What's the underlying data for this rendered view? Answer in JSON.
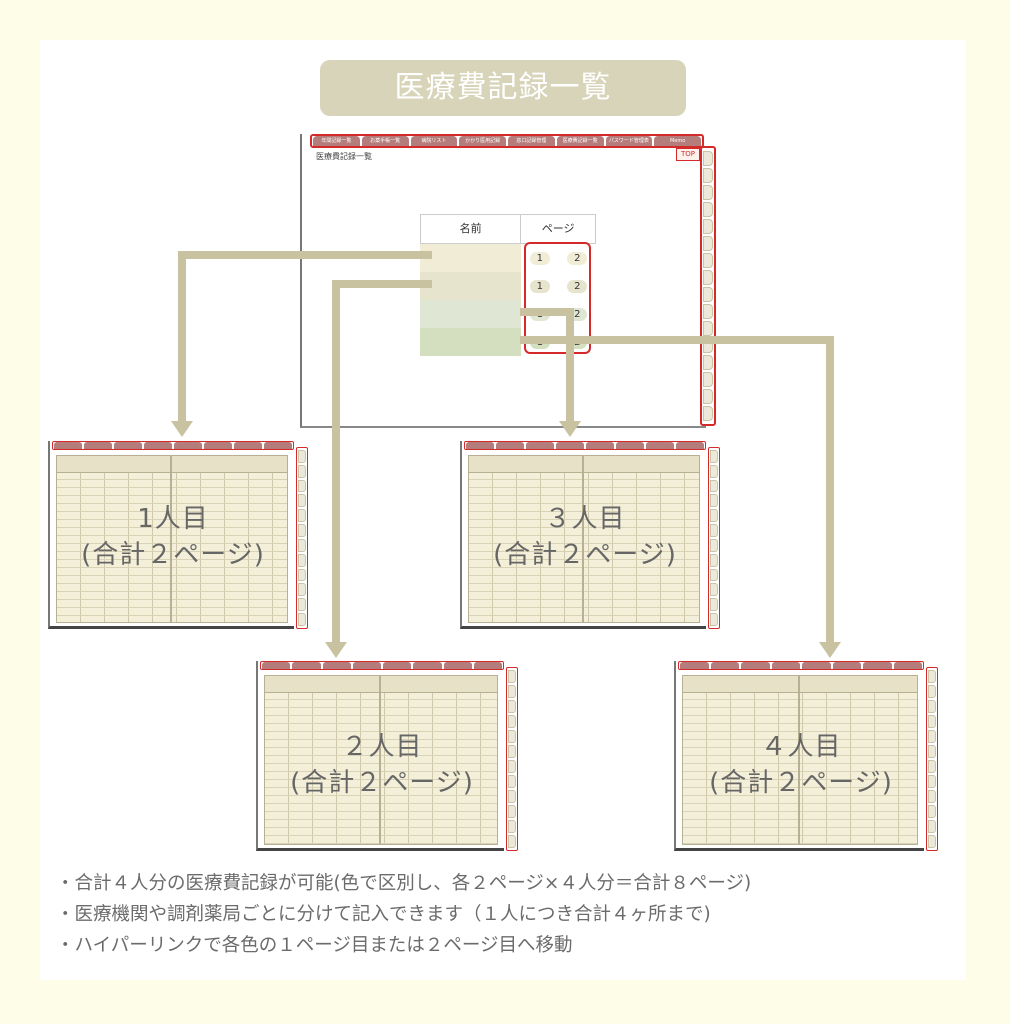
{
  "title": "医療費記録一覧",
  "index_page": {
    "tabs": [
      "年間記録一覧",
      "お薬手帳一覧",
      "病院リスト",
      "かかり医用記録",
      "窓口記録管理",
      "医療費記録一覧",
      "パスワード管理表",
      "Memo"
    ],
    "subtitle": "医療費記録一覧",
    "top_badge": "TOP",
    "table": {
      "headers": [
        "名前",
        "ページ"
      ],
      "rows": [
        {
          "color": "#f1ecd6",
          "pages": [
            "1",
            "2"
          ]
        },
        {
          "color": "#e7e4cd",
          "pages": [
            "1",
            "2"
          ]
        },
        {
          "color": "#dfe7d4",
          "pages": [
            "1",
            "2"
          ]
        },
        {
          "color": "#d3dfbe",
          "pages": [
            "1",
            "2"
          ]
        }
      ]
    }
  },
  "thumbnails": [
    {
      "line1": "1人目",
      "line2": "(合計２ページ)"
    },
    {
      "line1": "３人目",
      "line2": "(合計２ページ)"
    },
    {
      "line1": "２人目",
      "line2": "(合計２ページ)"
    },
    {
      "line1": "４人目",
      "line2": "(合計２ページ)"
    }
  ],
  "notes": [
    "・合計４人分の医療費記録が可能(色で区別し、各２ページ×４人分＝合計８ページ)",
    "・医療機関や調剤薬局ごとに分けて記入できます（１人につき合計４ヶ所まで)",
    "・ハイパーリンクで各色の１ページ目または２ページ目へ移動"
  ],
  "colors": {
    "accent_red": "#d42a2a",
    "connector": "#c8c2a0",
    "title_bg": "#d7d4b9"
  }
}
